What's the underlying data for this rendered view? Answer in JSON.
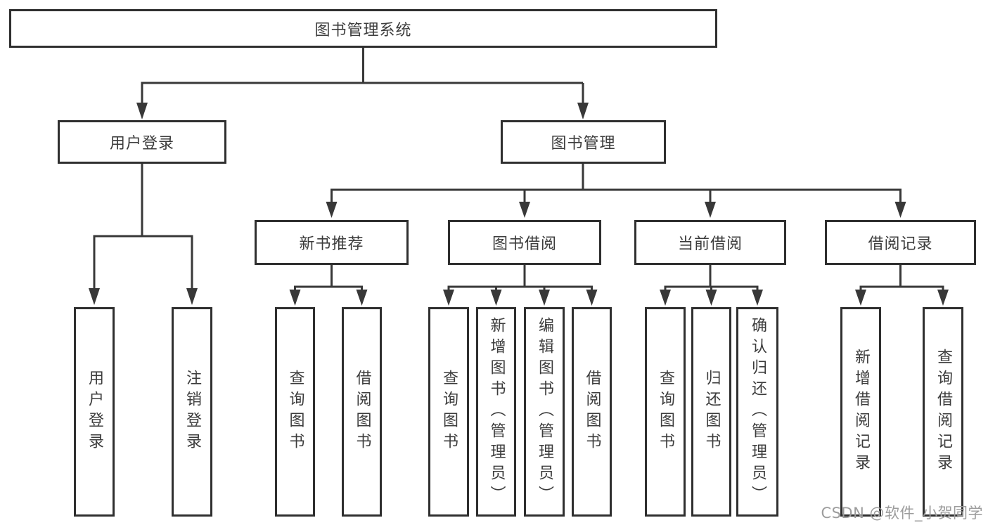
{
  "diagram": {
    "type": "functional-structure-tree",
    "tree": {
      "root": {
        "label": "图书管理系统"
      },
      "branches": [
        {
          "label": "用户登录",
          "children": [
            {
              "label": "用户登录"
            },
            {
              "label": "注销登录"
            }
          ]
        },
        {
          "label": "图书管理",
          "groups": [
            {
              "label": "新书推荐",
              "children": [
                {
                  "label": "查询图书"
                },
                {
                  "label": "借阅图书"
                }
              ]
            },
            {
              "label": "图书借阅",
              "children": [
                {
                  "label": "查询图书"
                },
                {
                  "label": "新增图书（管理员）"
                },
                {
                  "label": "编辑图书（管理员）"
                },
                {
                  "label": "借阅图书"
                }
              ]
            },
            {
              "label": "当前借阅",
              "children": [
                {
                  "label": "查询图书"
                },
                {
                  "label": "归还图书"
                },
                {
                  "label": "确认归还（管理员）"
                }
              ]
            },
            {
              "label": "借阅记录",
              "children": [
                {
                  "label": "新增借阅记录"
                },
                {
                  "label": "查询借阅记录"
                }
              ]
            }
          ]
        }
      ]
    },
    "colors": {
      "line": "#383838",
      "box_border": "#2f2f2f",
      "text": "#3c3c3c",
      "background": "#ffffff",
      "watermark": "#9c9c9c"
    },
    "watermark": {
      "text": "CSDN @软件_小贺同学"
    }
  }
}
